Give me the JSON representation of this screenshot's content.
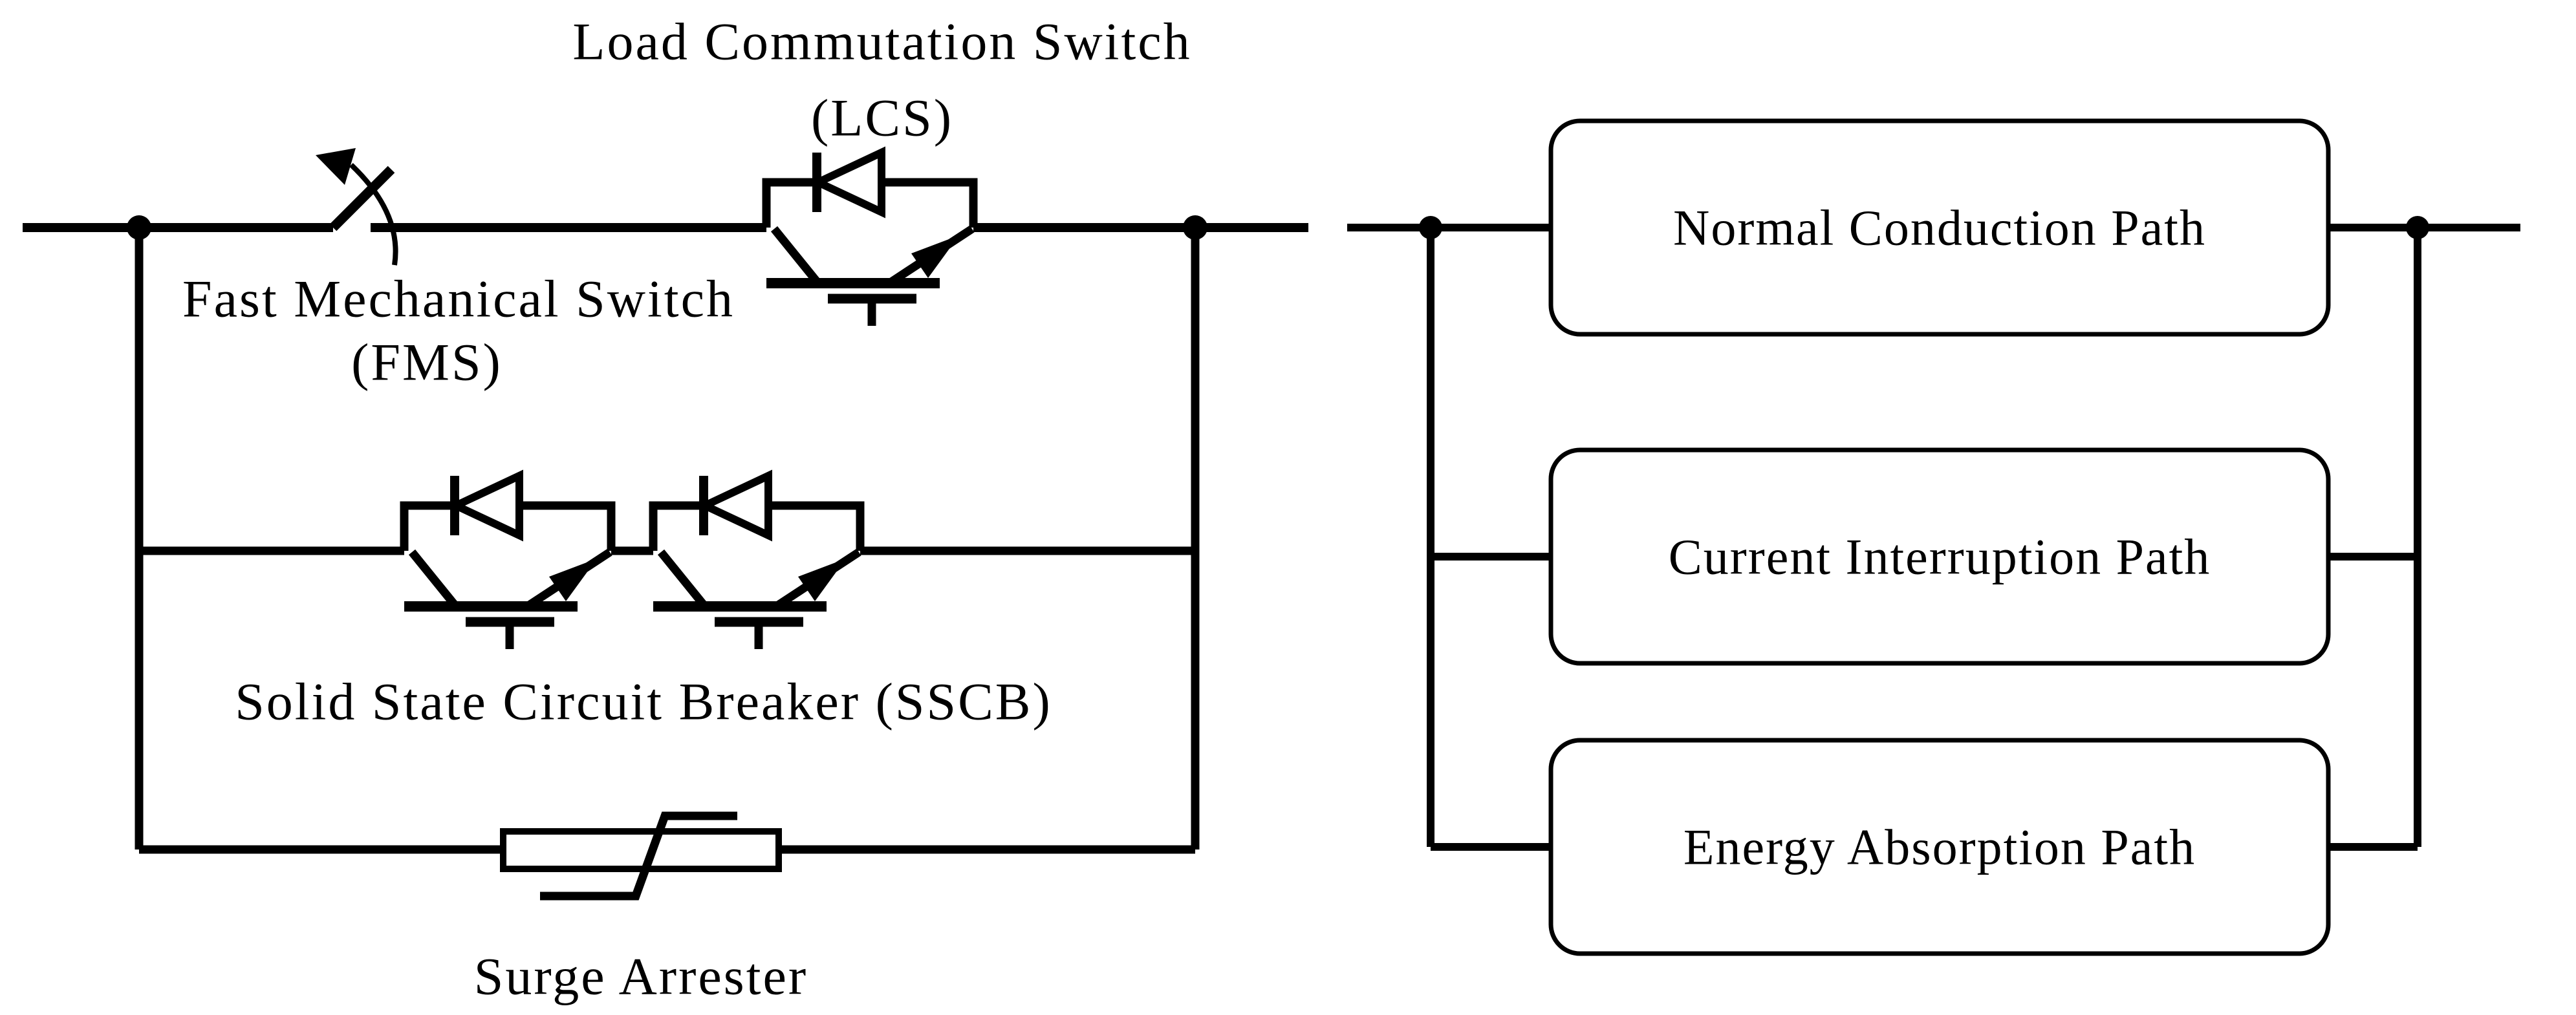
{
  "colors": {
    "background": "#ffffff",
    "ink": "#000000"
  },
  "schematic": {
    "lcs": {
      "title": "Load Commutation Switch",
      "abbr": "(LCS)"
    },
    "fms": {
      "title": "Fast Mechanical Switch",
      "abbr": "(FMS)"
    },
    "sscb": {
      "label": "Solid State Circuit Breaker (SSCB)"
    },
    "surge_arrester": {
      "label": "Surge Arrester"
    }
  },
  "block_diagram": {
    "paths": [
      {
        "label": "Normal Conduction Path"
      },
      {
        "label": "Current Interruption Path"
      },
      {
        "label": "Energy Absorption Path"
      }
    ]
  }
}
